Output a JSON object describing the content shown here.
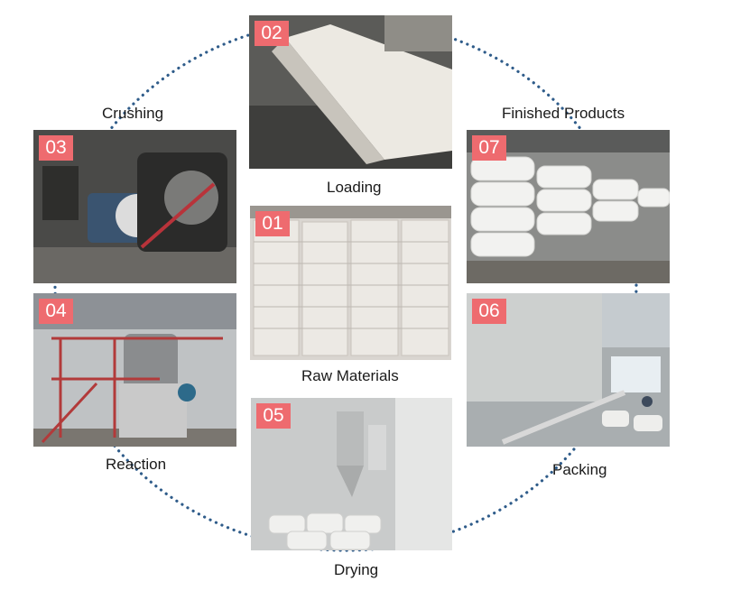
{
  "colors": {
    "badge": "#ee6b6f",
    "ring_dots": "#2f5c8a",
    "label_text": "#1a1a1a"
  },
  "steps": [
    {
      "number": "01",
      "label": "Raw Materials"
    },
    {
      "number": "02",
      "label": "Loading"
    },
    {
      "number": "03",
      "label": "Crushing"
    },
    {
      "number": "04",
      "label": "Reaction"
    },
    {
      "number": "05",
      "label": "Drying"
    },
    {
      "number": "06",
      "label": "Packing"
    },
    {
      "number": "07",
      "label": "Finished Products"
    }
  ]
}
